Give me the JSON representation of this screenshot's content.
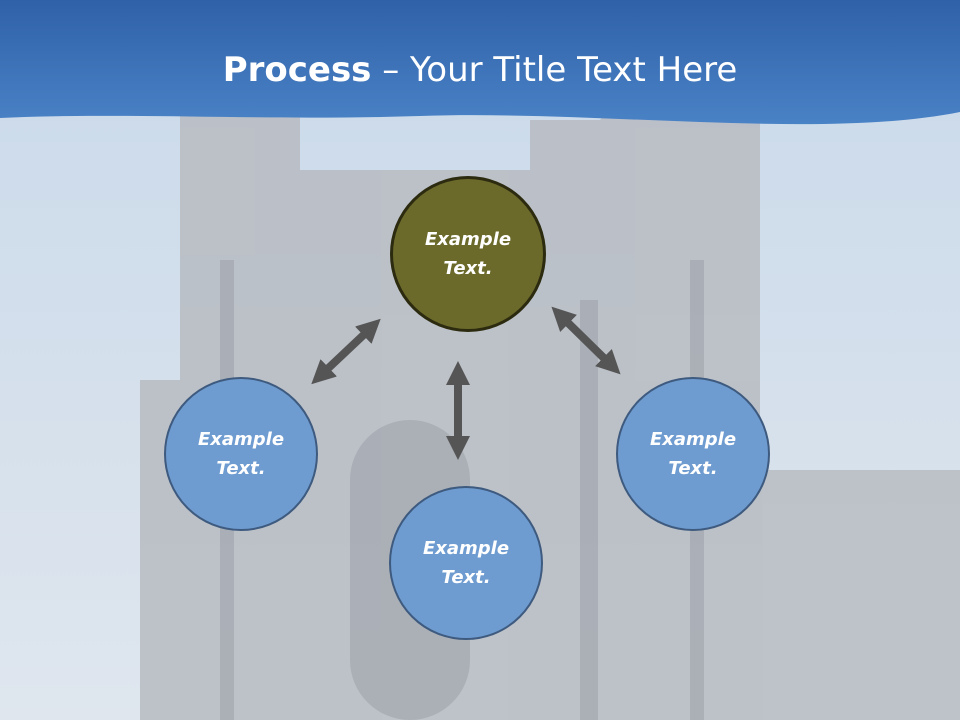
{
  "slide": {
    "title_bold": "Process",
    "title_rest": " – Your Title Text Here"
  },
  "diagram": {
    "hub": "Example Text.",
    "left": "Example Text.",
    "bottom": "Example Text.",
    "right": "Example Text."
  },
  "colors": {
    "banner": "#3d73b5",
    "hub_fill": "#6b6a2b",
    "node_fill": "#6e9bd0",
    "arrow": "#555555"
  }
}
